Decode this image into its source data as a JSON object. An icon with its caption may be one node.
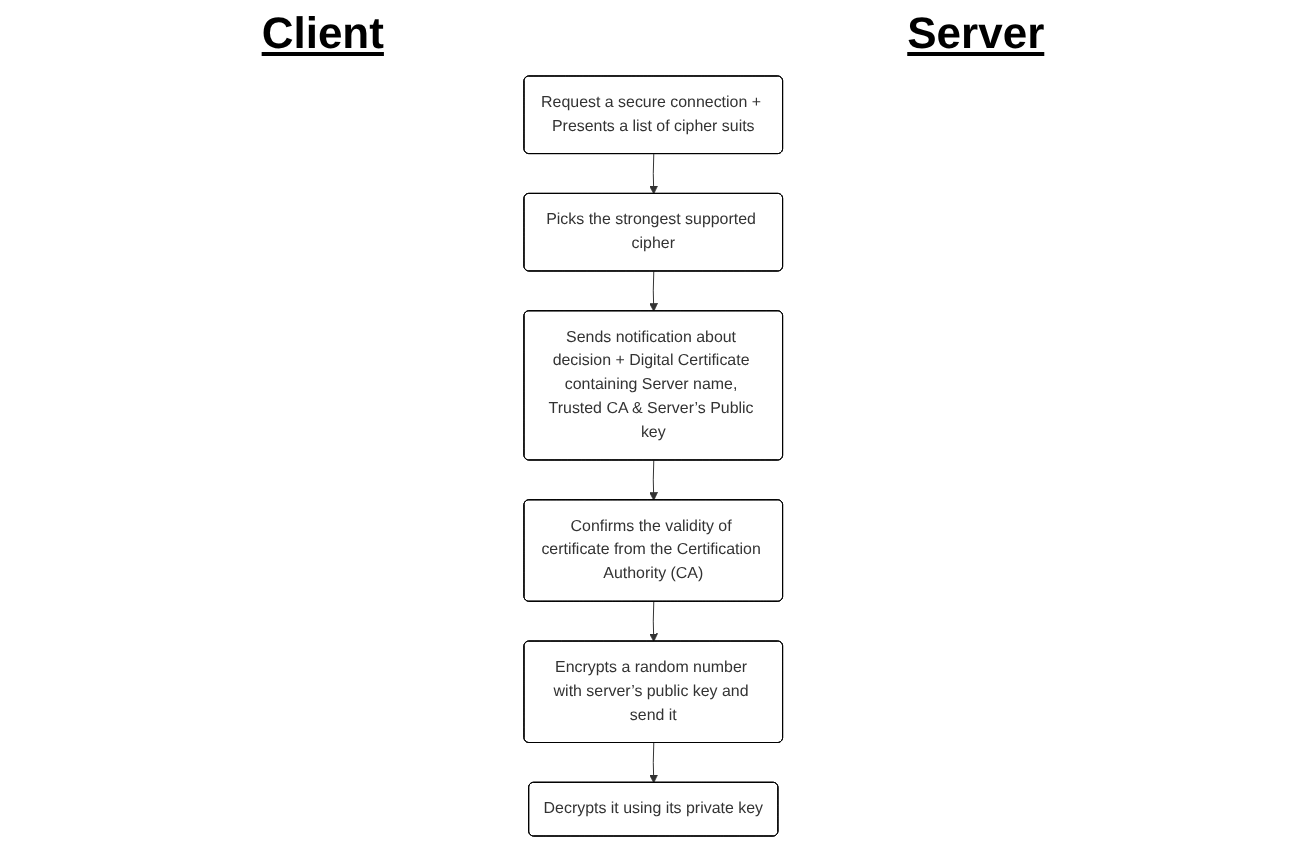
{
  "diagram": {
    "nodes": [
      {
        "text": [
          "Request a secure connection + Presents a list of cipher suits"
        ]
      },
      {
        "text": [
          "Picks the strongest supported cipher"
        ]
      },
      {
        "text": [
          "Sends notification about decision + Digital Certificate containing Server name, Trusted CA & Server’s Public key"
        ]
      },
      {
        "text": [
          "Confirms the validity of certificate from the Certification Authority (CA)"
        ]
      },
      {
        "text": [
          "Encrypts a random number with server’s public key and send it"
        ]
      },
      {
        "text": [
          "Decrypts it using its private key"
        ]
      }
    ],
    "edges": [
      {
        "from": 0,
        "to": 1,
        "arrow": "to"
      },
      {
        "from": 1,
        "to": 2,
        "arrow": "to"
      },
      {
        "from": 2,
        "to": 3,
        "arrow": "to"
      },
      {
        "from": 3,
        "to": 4,
        "arrow": "to"
      },
      {
        "from": 4,
        "to": 5,
        "arrow": "to"
      }
    ],
    "labels": [
      "Client",
      "Server"
    ]
  }
}
